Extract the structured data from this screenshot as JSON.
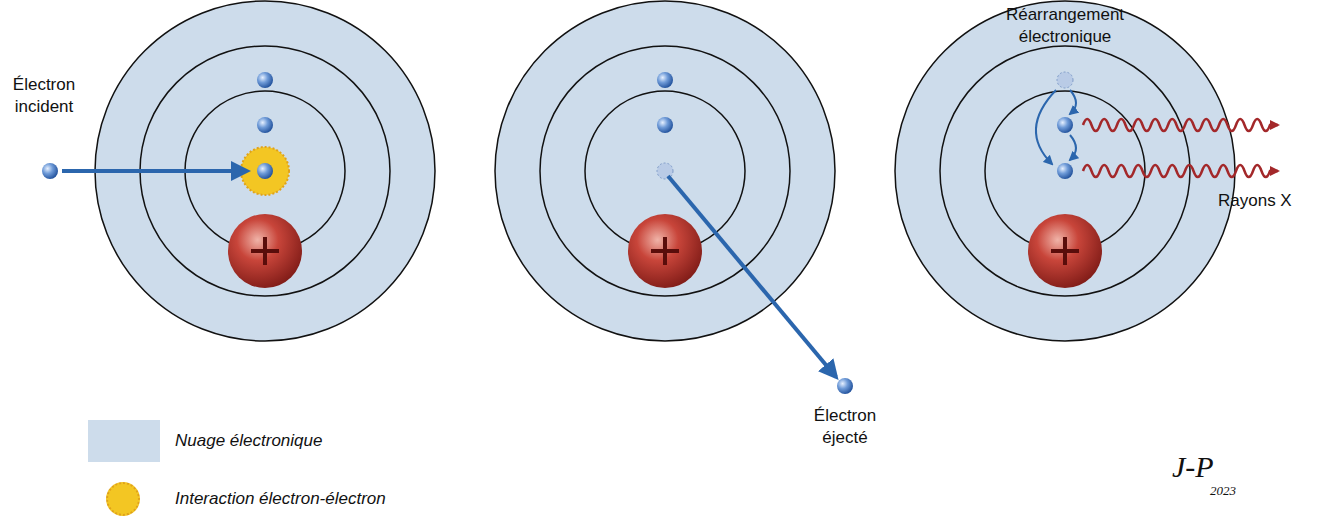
{
  "diagram": {
    "labels": [
      "Électron incident",
      "Électron éjecté",
      "Réarrangement électronique",
      "Rayons X",
      "J-P",
      "2023"
    ],
    "legend": [
      {
        "text": "Nuage électronique",
        "color": "#cddceb"
      },
      {
        "text": "Interaction électron-électron",
        "color": "#f3c623"
      }
    ]
  }
}
